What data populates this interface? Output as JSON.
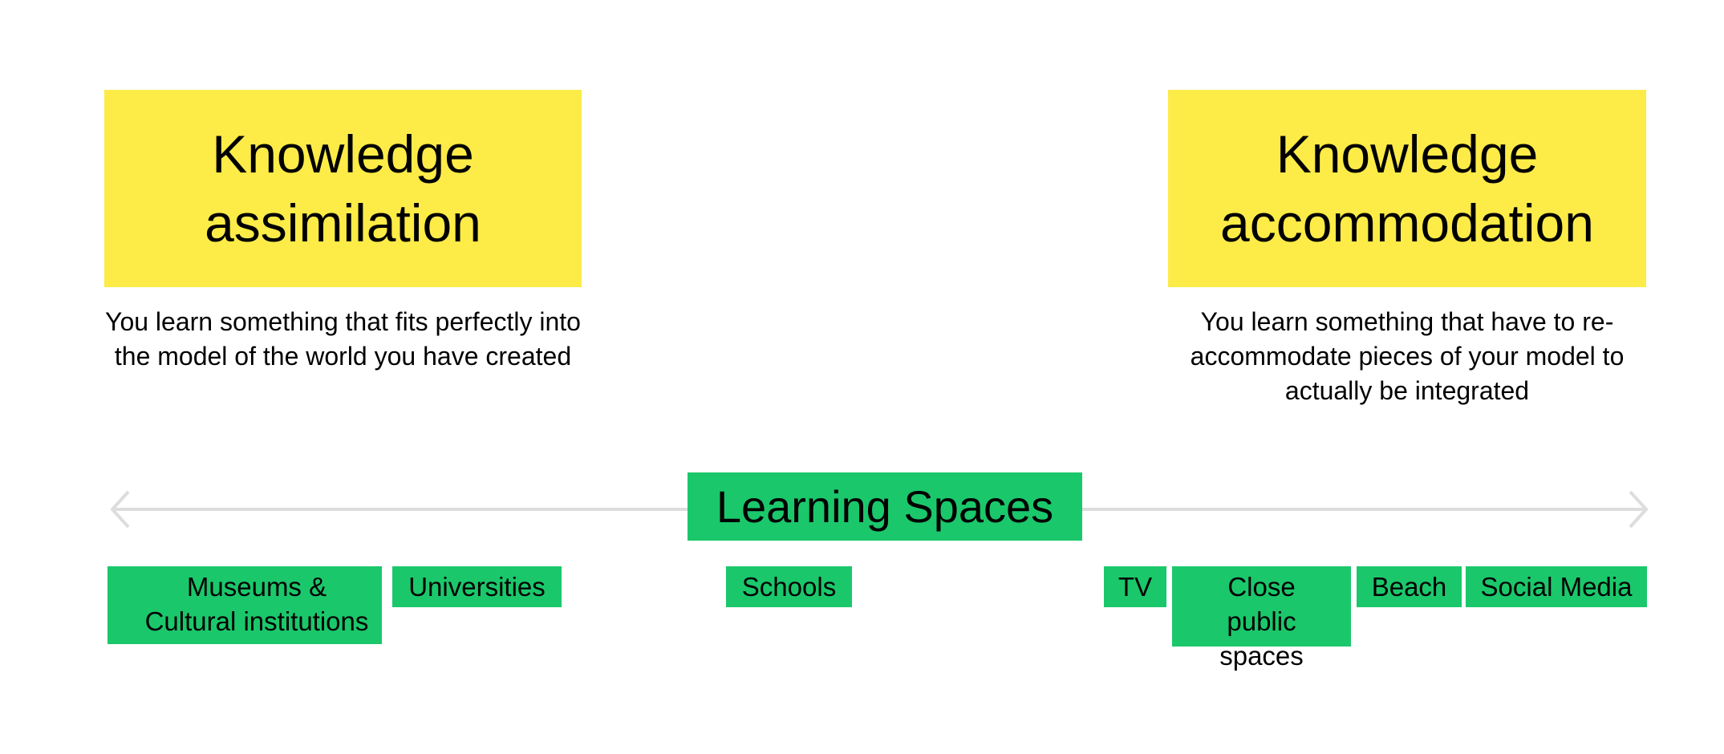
{
  "left": {
    "title": "Knowledge assimilation",
    "description": "You learn something that fits perfectly into the model of the world you have created"
  },
  "right": {
    "title": "Knowledge accommodation",
    "description": "You learn something that have to re-accommodate pieces of your model to actually be integrated"
  },
  "axis": {
    "label": "Learning Spaces"
  },
  "spaces": [
    "Museums & Cultural institutions",
    "Universities",
    "Schools",
    "TV",
    "Close public spaces",
    "Beach",
    "Social Media"
  ],
  "colors": {
    "yellow": "#FDEB47",
    "green": "#1BC76B",
    "arrow": "#DDDDDD"
  }
}
